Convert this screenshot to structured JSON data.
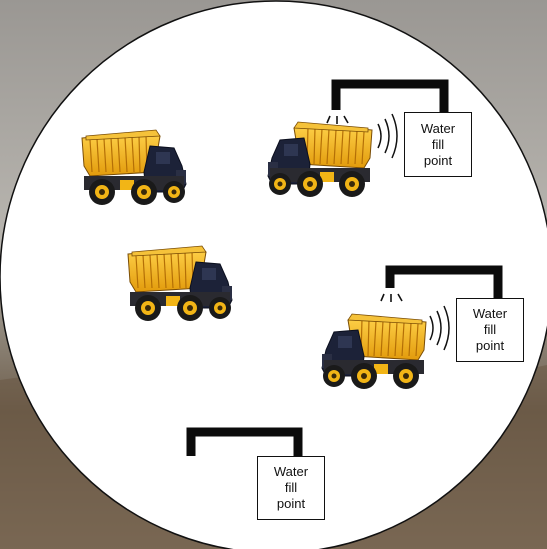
{
  "colors": {
    "truck_bed": "#f2b516",
    "truck_bed_dark": "#b97a0d",
    "truck_cab": "#1c2238",
    "pipe": "#0b0b0b",
    "circle_fill": "#ffffff",
    "sky": "#8e8b86",
    "ground": "#6b5a47"
  },
  "icons": {
    "truck": "dump-truck-icon",
    "spray": "water-spray-icon",
    "sound": "signal-waves-icon"
  },
  "fill_points": [
    {
      "line1": "Water",
      "line2": "fill",
      "line3": "point"
    },
    {
      "line1": "Water",
      "line2": "fill",
      "line3": "point"
    },
    {
      "line1": "Water",
      "line2": "fill",
      "line3": "point"
    }
  ]
}
